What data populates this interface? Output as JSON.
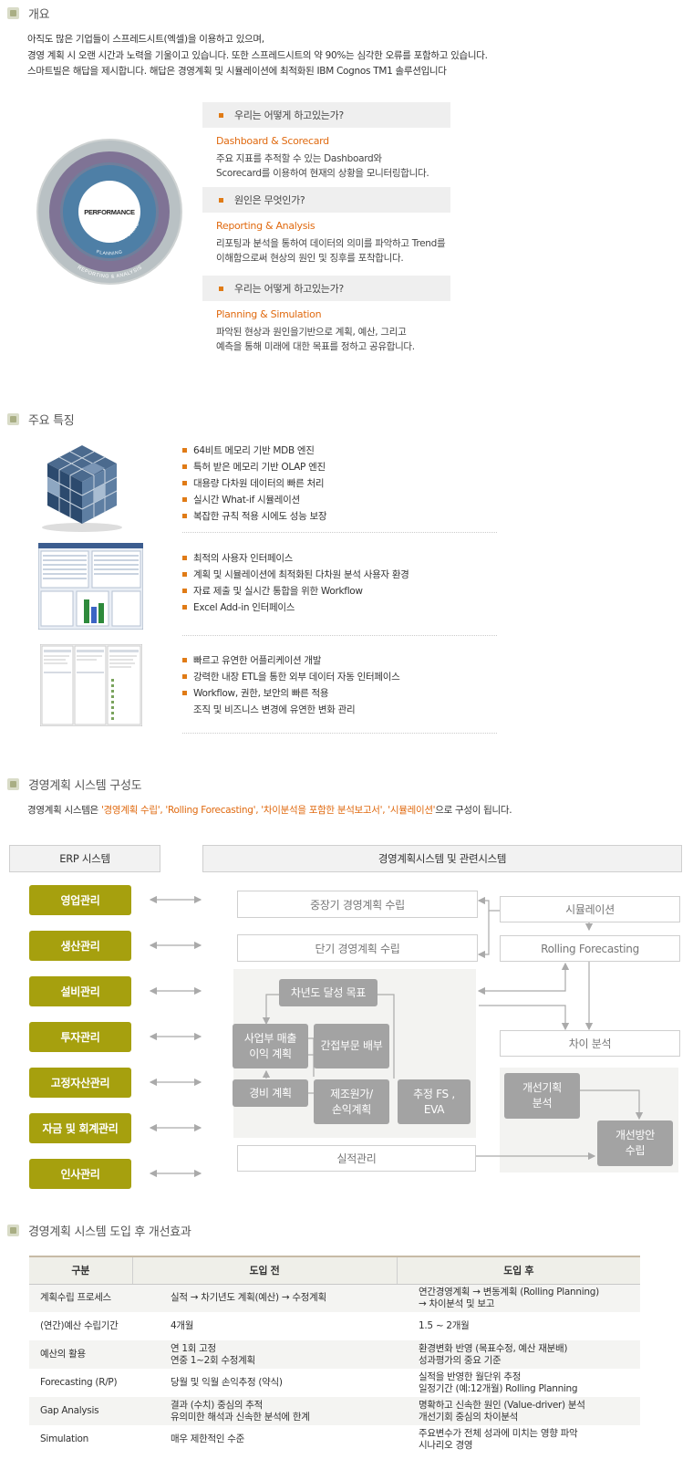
{
  "overview": {
    "title": "개요",
    "lines": [
      "아직도 많은 기업들이 스프레드시트(엑셀)을 이용하고 있으며,",
      "경영 계획 시 오랜 시간과 노력을 기울이고 있습니다. 또한 스프레드시트의 약 90%는 심각한 오류를 포함하고 있습니다.",
      "스마트빌은 해답을 제시합니다. 해답은 경영계획 및 시뮬레이션에 최적화된 IBM Cognos TM1 솔루션입니다"
    ],
    "diagram": {
      "center": "PERFORMANCE",
      "ring1": "MEASURING & MONITORING",
      "ring2": "PLANNING",
      "ring3": "REPORTING & ANALYSIS"
    },
    "items": [
      {
        "question": "우리는 어떻게 하고있는가?",
        "title": "Dashboard & Scorecard",
        "desc": [
          "주요 지표를 추적할 수 있는 Dashboard와",
          "Scorecard를 이용하여 현재의 상황을 모니터링합니다."
        ]
      },
      {
        "question": "원인은 무엇인가?",
        "title": "Reporting & Analysis",
        "desc": [
          "리포팅과 분석을 통하여 데이터의 의미를 파악하고 Trend를",
          "이해함으로써 현상의 원인 및 징후를 포착합니다."
        ]
      },
      {
        "question": "우리는 어떻게 하고있는가?",
        "title": "Planning & Simulation",
        "desc": [
          "파악된 현상과 원인을기반으로 계획, 예산, 그리고",
          "예측을 통해 미래에 대한 목표를 정하고 공유합니다."
        ]
      }
    ]
  },
  "features": {
    "title": "주요 특징",
    "groups": [
      {
        "image": "cube-image",
        "bullets": [
          "64비트 메모리 기반 MDB 엔진",
          "특허 받은 메모리 기반 OLAP 엔진",
          "대용량 다차원 데이터의 빠른 처리",
          "실시간 What-if 시뮬레이션",
          "복잡한 규칙 적용 시에도 성능 보장"
        ]
      },
      {
        "image": "ui-screenshot-image",
        "bullets": [
          "최적의 사용자 인터페이스",
          "계획 및 시뮬레이션에 최적화된 다차원 분석 사용자 환경",
          "자료 제출 및 실시간 통합을 위한 Workflow",
          "Excel Add-in 인터페이스"
        ]
      },
      {
        "image": "etl-screenshot-image",
        "bullets": [
          "빠르고 유연한 어플리케이션 개발",
          "강력한 내장 ETL을 통한 외부 데이터 자동 인터페이스",
          "Workflow, 권한, 보안의 빠른 적용"
        ],
        "continuation": "조직 및 비즈니스 변경에 유연한 변화 관리"
      }
    ]
  },
  "structure": {
    "title": "경영계획 시스템 구성도",
    "intro_prefix": "경영계획 시스템은 ",
    "intro_highlight": "'경영계획 수립', 'Rolling Forecasting', '차이분석을 포함한 분석보고서', '시뮬레이션'",
    "intro_suffix": "으로 구성이 됩니다.",
    "erp_header": "ERP 시스템",
    "system_header": "경영계획시스템 및 관련시스템",
    "erp_items": [
      "영업관리",
      "생산관리",
      "설비관리",
      "투자관리",
      "고정자산관리",
      "자금 및 회계관리",
      "인사관리"
    ],
    "boxes": {
      "long_plan": "중장기 경영계획 수립",
      "short_plan": "단기 경영계획 수립",
      "simulation": "시뮬레이션",
      "rolling": "Rolling Forecasting",
      "target": "차년도 달성 목표",
      "division_plan_1": "사업부 매출",
      "division_plan_2": "이익 계획",
      "indirect": "간접부문 배부",
      "expense": "경비 계획",
      "cost_1": "제조원가/",
      "cost_2": "손익계획",
      "fs_1": "추정 FS ,",
      "fs_2": "EVA",
      "variance": "차이 분석",
      "improve_plan_1": "개선기획",
      "improve_plan_2": "분석",
      "improve_act_1": "개선방안",
      "improve_act_2": "수립",
      "actual": "실적관리"
    }
  },
  "effects": {
    "title": "경영계획 시스템 도입 후 개선효과",
    "headers": [
      "구분",
      "도입 전",
      "도입 후"
    ],
    "rows": [
      {
        "label": "계획수립 프로세스",
        "before": [
          "실적 → 차기년도 계획(예산) → 수정계획"
        ],
        "after": [
          "연간경영계획 → 변동계획 (Rolling Planning)",
          " → 차이분석 및 보고"
        ]
      },
      {
        "label": "(연간)예산 수립기간",
        "before": [
          "4개월"
        ],
        "after": [
          "1.5 ~ 2개월"
        ]
      },
      {
        "label": "예산의 활용",
        "before": [
          "연 1회 고정",
          "연중 1~2회 수정계획"
        ],
        "after": [
          "환경변화 반영 (목표수정, 예산 재분배)",
          "성과평가의 중요 기준"
        ]
      },
      {
        "label": "Forecasting (R/P)",
        "before": [
          "당월 및 익월 손익추정 (약식)"
        ],
        "after": [
          "실적을 반영한 월단위 추정",
          "일정기간 (예:12개월) Rolling Planning"
        ]
      },
      {
        "label": "Gap Analysis",
        "before": [
          "결과 (수치) 중심의 추적",
          "유의미한 해석과 신속한 분석에 한계"
        ],
        "after": [
          "명확하고 신속한 원인 (Value-driver) 분석",
          "개선기회 중심의 차이분석"
        ]
      },
      {
        "label": "Simulation",
        "before": [
          "매우 제한적인 수준"
        ],
        "after": [
          "주요변수가 전체 성과에 미치는 영향 파악",
          "시나리오 경영"
        ]
      }
    ]
  },
  "colors": {
    "accent": "#e06a10",
    "erp": "#a6a00e",
    "grey_box": "#a3a3a3"
  }
}
